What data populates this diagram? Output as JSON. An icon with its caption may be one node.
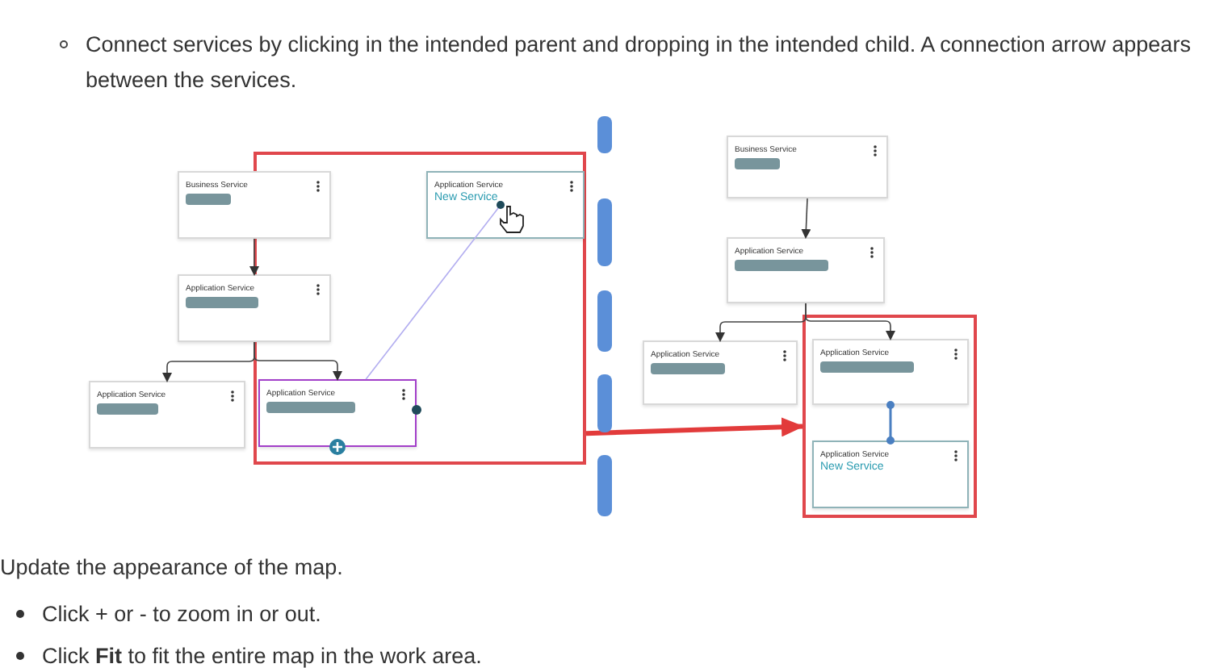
{
  "diagram": {
    "nodes": [
      {
        "text": [
          "Business Service"
        ]
      },
      {
        "text": [
          "Application Service"
        ]
      },
      {
        "text": [
          "Application Service"
        ]
      },
      {
        "text": [],
        "shape": "box"
      },
      {
        "text": [
          "Application Service"
        ],
        "in": 3
      },
      {
        "text": [
          "Application Service",
          "New Service"
        ],
        "in": 3
      },
      {
        "text": [
          "Business Service"
        ]
      },
      {
        "text": [
          "Application Service"
        ]
      },
      {
        "text": [
          "Application Service"
        ]
      },
      {
        "text": [],
        "shape": "box"
      },
      {
        "text": [
          "Application Service"
        ],
        "in": 9
      },
      {
        "text": [
          "Application Service",
          "New Service"
        ],
        "in": 9
      }
    ],
    "edges": [
      {
        "from": 0,
        "to": 1,
        "arrow": "to"
      },
      {
        "from": 1,
        "to": 2,
        "arrow": "to"
      },
      {
        "from": 1,
        "to": 4,
        "arrow": "to"
      },
      {
        "from": 4,
        "to": 5,
        "arrow": "none",
        "color": "#b3aef0"
      },
      {
        "from": 3,
        "to": 9,
        "arrow": "to",
        "style": "thick",
        "color": "#e23b3b"
      },
      {
        "from": 6,
        "to": 7,
        "arrow": "to"
      },
      {
        "from": 7,
        "to": 8,
        "arrow": "to"
      },
      {
        "from": 7,
        "to": 10,
        "arrow": "to"
      },
      {
        "from": 10,
        "to": 11,
        "arrow": "other",
        "color": "#4a7fc1"
      }
    ],
    "labels": [
      "Connect services by clicking in the intended parent and dropping in the intended child. A connection arrow appears between the services.",
      "Update the appearance of the map.",
      "Click + or - to zoom in or out.",
      "Click **Fit** to fit the entire map in the work area."
    ]
  }
}
